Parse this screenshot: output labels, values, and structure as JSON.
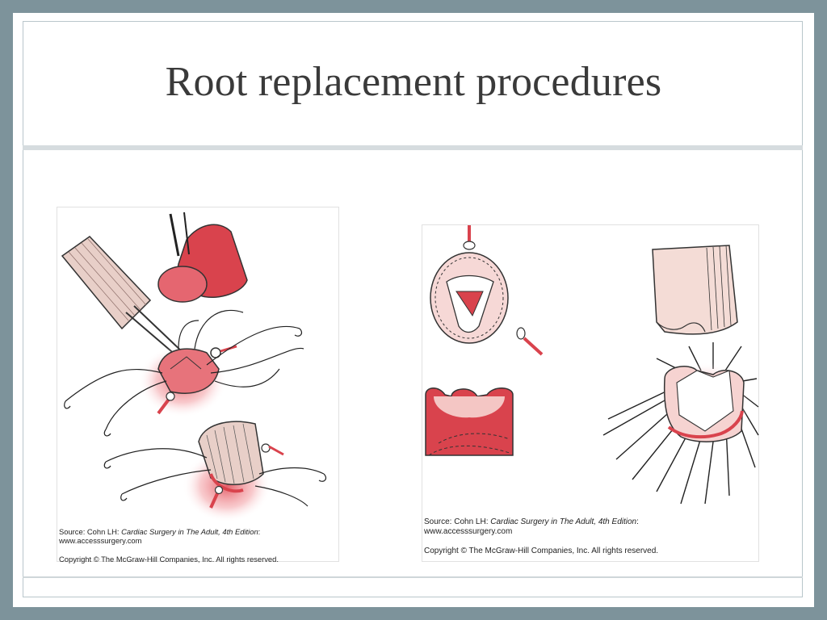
{
  "slide": {
    "title": "Root replacement procedures"
  },
  "figures": [
    {
      "source_prefix": "Source: Cohn LH: ",
      "source_book": "Cardiac Surgery in The Adult, 4th Edition",
      "source_suffix": ":",
      "url": "www.accesssurgery.com",
      "copyright": "Copyright © The McGraw-Hill Companies, Inc. All rights reserved."
    },
    {
      "source_prefix": "Source: Cohn LH: ",
      "source_book": "Cardiac Surgery in The Adult, 4th Edition",
      "source_suffix": ":",
      "url": "www.accesssurgery.com",
      "copyright": "Copyright © The McGraw-Hill Companies, Inc. All rights reserved."
    }
  ],
  "colors": {
    "background": "#7d939b",
    "tissue_red": "#d9434d",
    "tissue_pink": "#f4c6c4",
    "graft": "#e8cfc8"
  }
}
